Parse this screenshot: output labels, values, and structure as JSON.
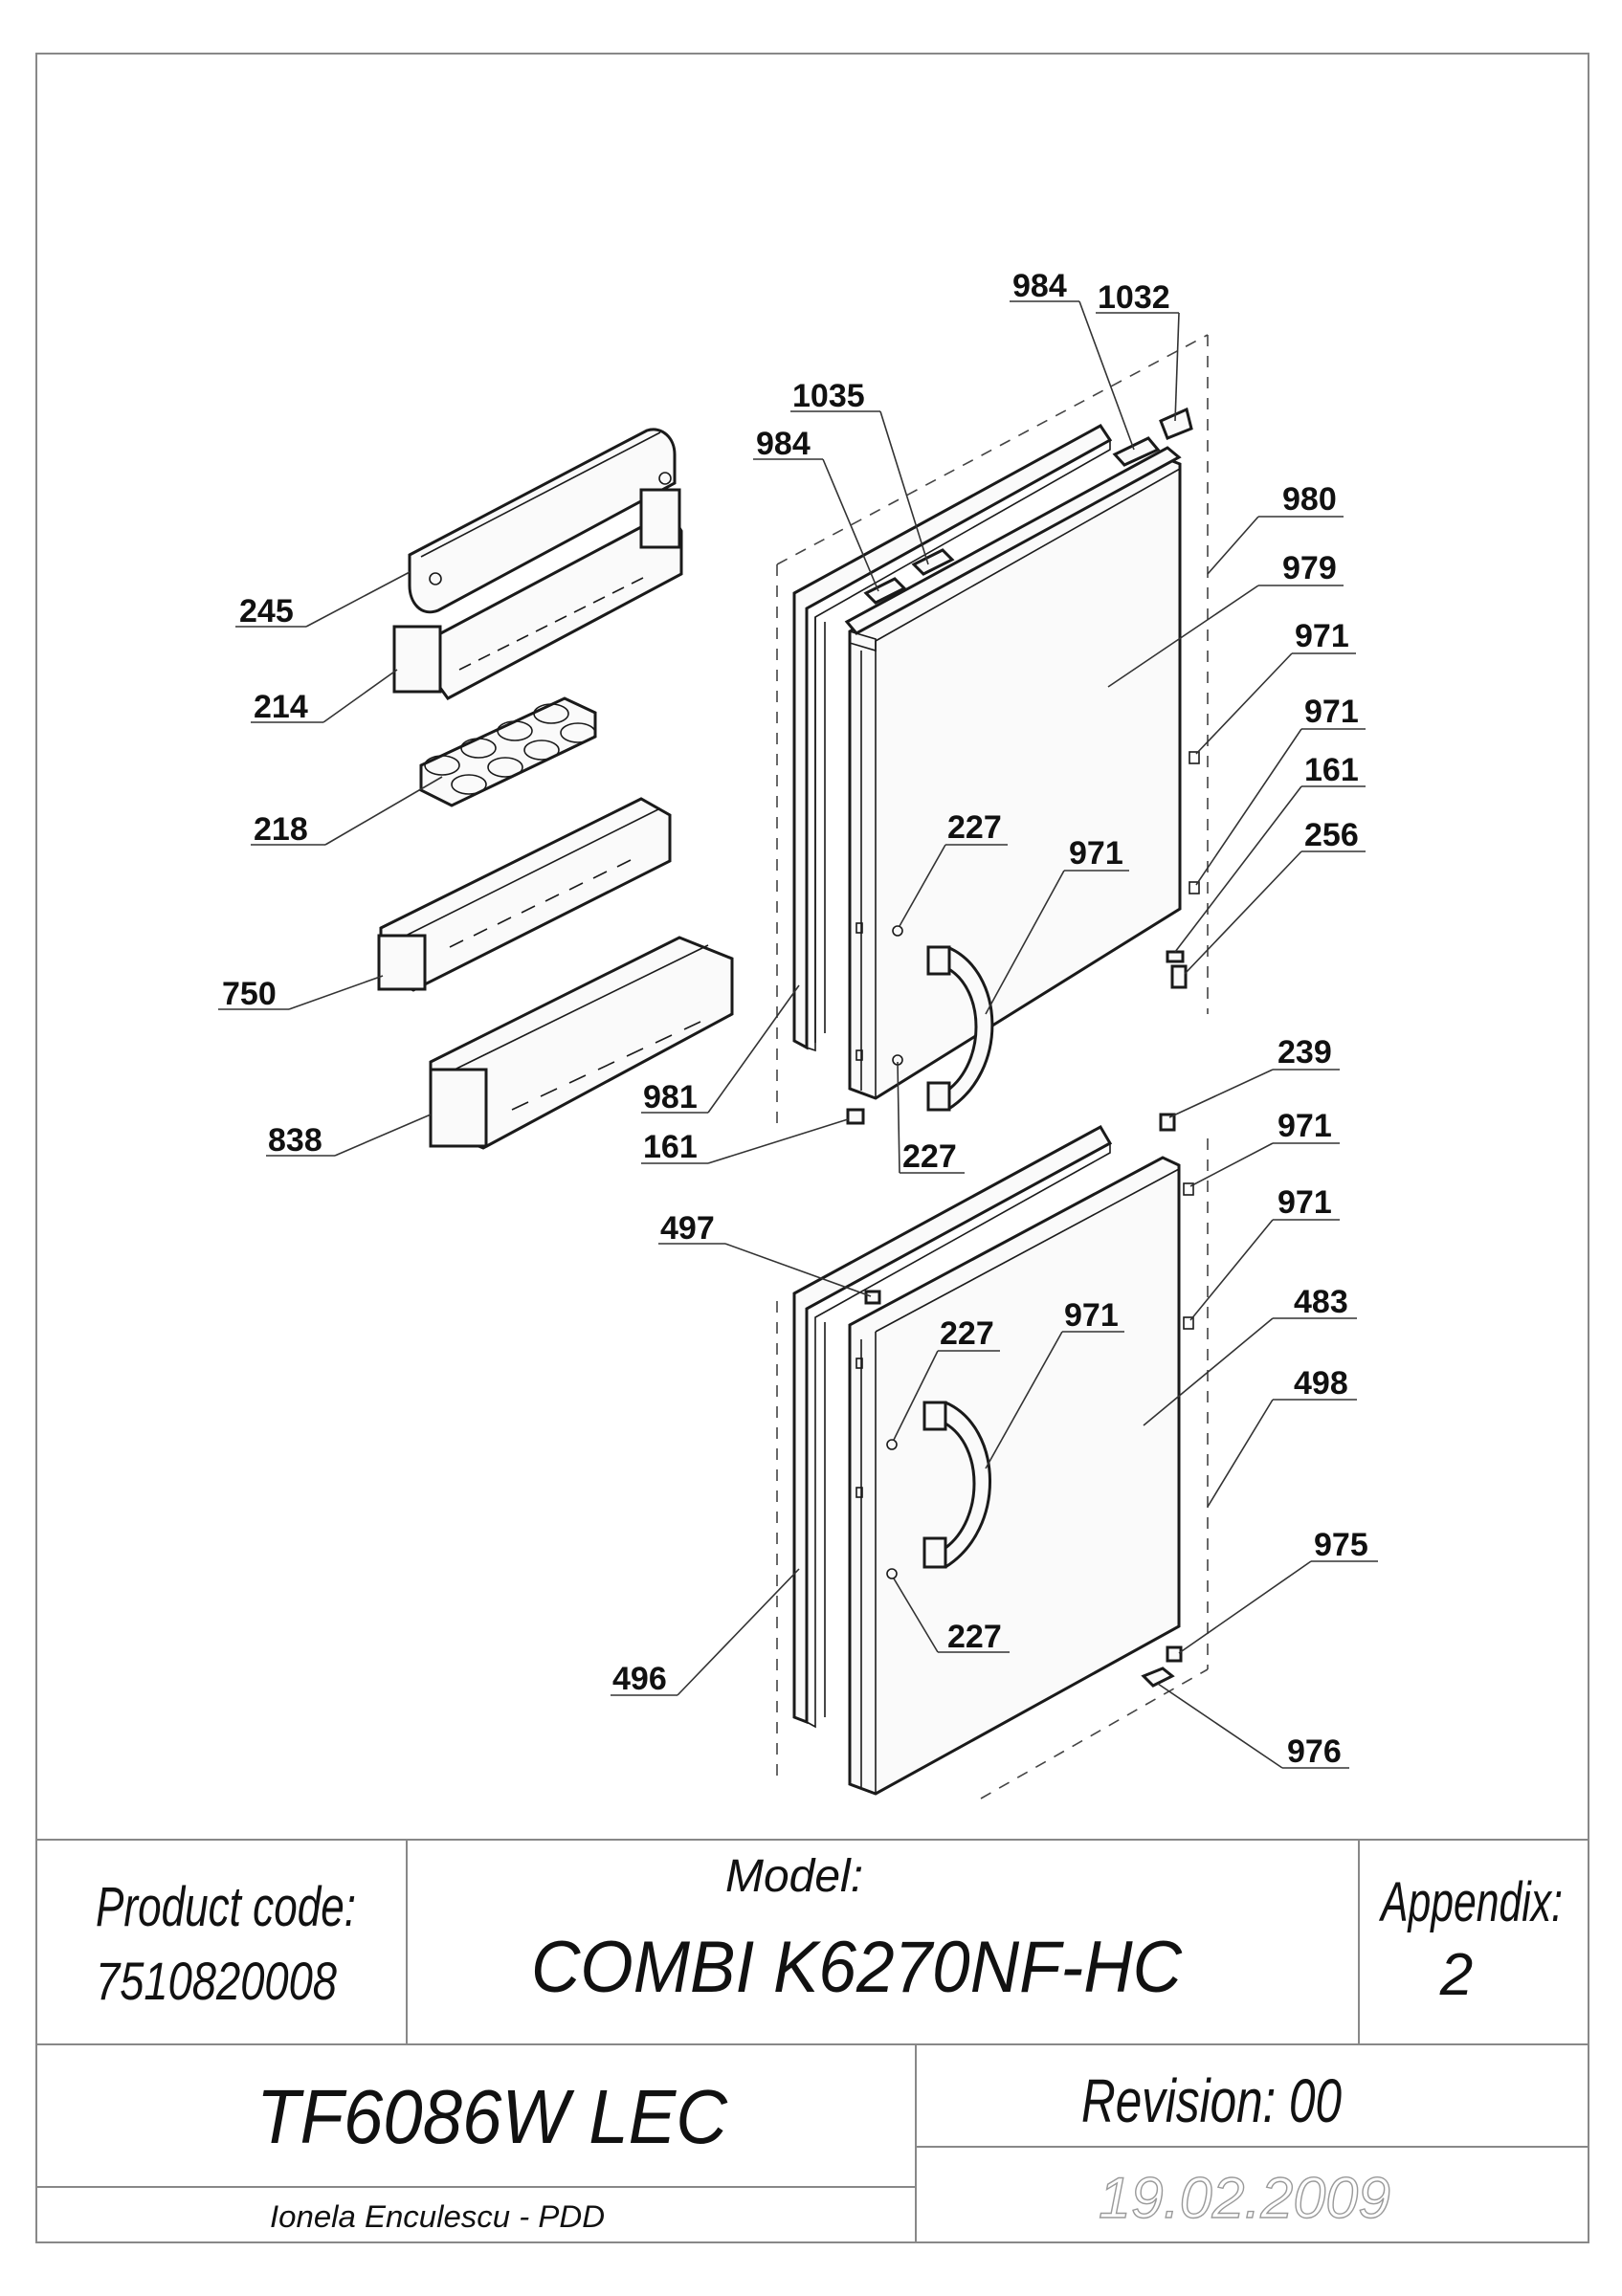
{
  "drawing": {
    "labels": [
      {
        "id": "lbl-984-top",
        "text": "984"
      },
      {
        "id": "lbl-1032",
        "text": "1032"
      },
      {
        "id": "lbl-1035",
        "text": "1035"
      },
      {
        "id": "lbl-984-mid",
        "text": "984"
      },
      {
        "id": "lbl-980",
        "text": "980"
      },
      {
        "id": "lbl-979",
        "text": "979"
      },
      {
        "id": "lbl-245",
        "text": "245"
      },
      {
        "id": "lbl-971-a",
        "text": "971"
      },
      {
        "id": "lbl-214",
        "text": "214"
      },
      {
        "id": "lbl-971-b",
        "text": "971"
      },
      {
        "id": "lbl-161-a",
        "text": "161"
      },
      {
        "id": "lbl-218",
        "text": "218"
      },
      {
        "id": "lbl-227-a",
        "text": "227"
      },
      {
        "id": "lbl-256",
        "text": "256"
      },
      {
        "id": "lbl-971-c",
        "text": "971"
      },
      {
        "id": "lbl-750",
        "text": "750"
      },
      {
        "id": "lbl-239",
        "text": "239"
      },
      {
        "id": "lbl-981",
        "text": "981"
      },
      {
        "id": "lbl-971-d",
        "text": "971"
      },
      {
        "id": "lbl-838",
        "text": "838"
      },
      {
        "id": "lbl-161-b",
        "text": "161"
      },
      {
        "id": "lbl-227-b",
        "text": "227"
      },
      {
        "id": "lbl-971-e",
        "text": "971"
      },
      {
        "id": "lbl-497",
        "text": "497"
      },
      {
        "id": "lbl-483",
        "text": "483"
      },
      {
        "id": "lbl-971-f",
        "text": "971"
      },
      {
        "id": "lbl-227-c",
        "text": "227"
      },
      {
        "id": "lbl-498",
        "text": "498"
      },
      {
        "id": "lbl-975",
        "text": "975"
      },
      {
        "id": "lbl-227-d",
        "text": "227"
      },
      {
        "id": "lbl-496",
        "text": "496"
      },
      {
        "id": "lbl-976",
        "text": "976"
      }
    ]
  },
  "title_block": {
    "product_code_label": "Product code:",
    "product_code": "7510820008",
    "model_label": "Model:",
    "model": "COMBI K6270NF-HC",
    "appendix_label": "Appendix:",
    "appendix": "2",
    "drawing_code": "TF6086W LEC",
    "revision": "Revision: 00",
    "author": "Ionela Enculescu - PDD",
    "date": "19.02.2009"
  }
}
